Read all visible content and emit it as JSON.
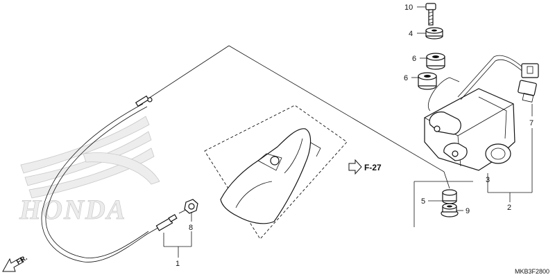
{
  "watermark": {
    "brand_text": "HONDA",
    "color": "#c8c8c8"
  },
  "callouts": {
    "c1": "1",
    "c2": "2",
    "c3": "3",
    "c4": "4",
    "c5": "5",
    "c6a": "6",
    "c6b": "6",
    "c7": "7",
    "c8": "8",
    "c9": "9",
    "c10": "10"
  },
  "reference": {
    "label": "F-27",
    "icon": "arrow-right-outline-icon"
  },
  "direction": {
    "label": "FR.",
    "icon": "arrow-down-left-icon"
  },
  "diagram_code": "MKB3F2800",
  "colors": {
    "line": "#111111",
    "background": "#ffffff",
    "watermark": "#c8c8c8"
  }
}
